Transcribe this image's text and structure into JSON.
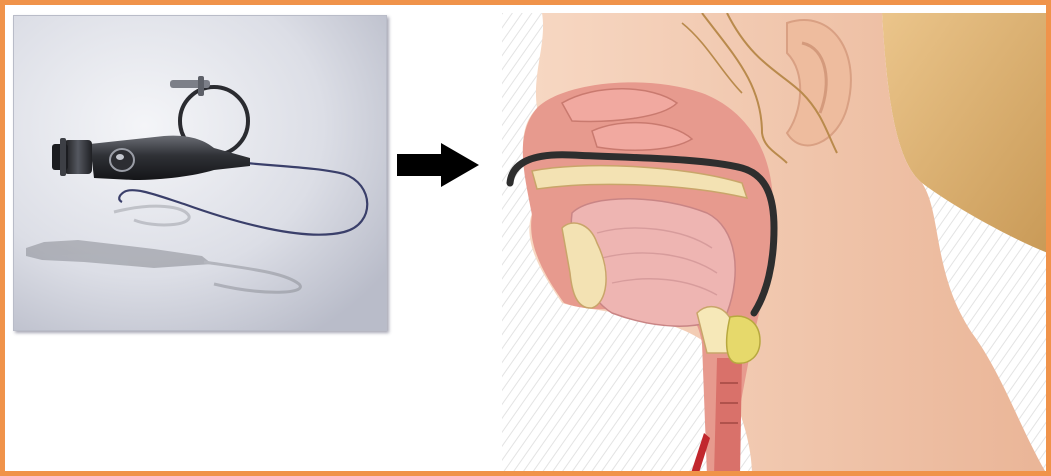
{
  "figure": {
    "left_panel": {
      "subject": "flexible-endoscope",
      "icon": "endoscope-illustration"
    },
    "connector": {
      "icon": "right-arrow-icon"
    },
    "right_panel": {
      "subject": "head-neck-sagittal-section",
      "icon": "airway-anatomy-illustration"
    }
  },
  "colors": {
    "frame_border": "#f0934a",
    "device_background": "#d8dae3",
    "arrow": "#000000",
    "scope_tube": "#2e2e2e",
    "skin": "#f2c7ad",
    "hair": "#e3b97a",
    "mucosa": "#e48f86",
    "bone": "#f3e2b3",
    "cartilage": "#e6d96b"
  }
}
